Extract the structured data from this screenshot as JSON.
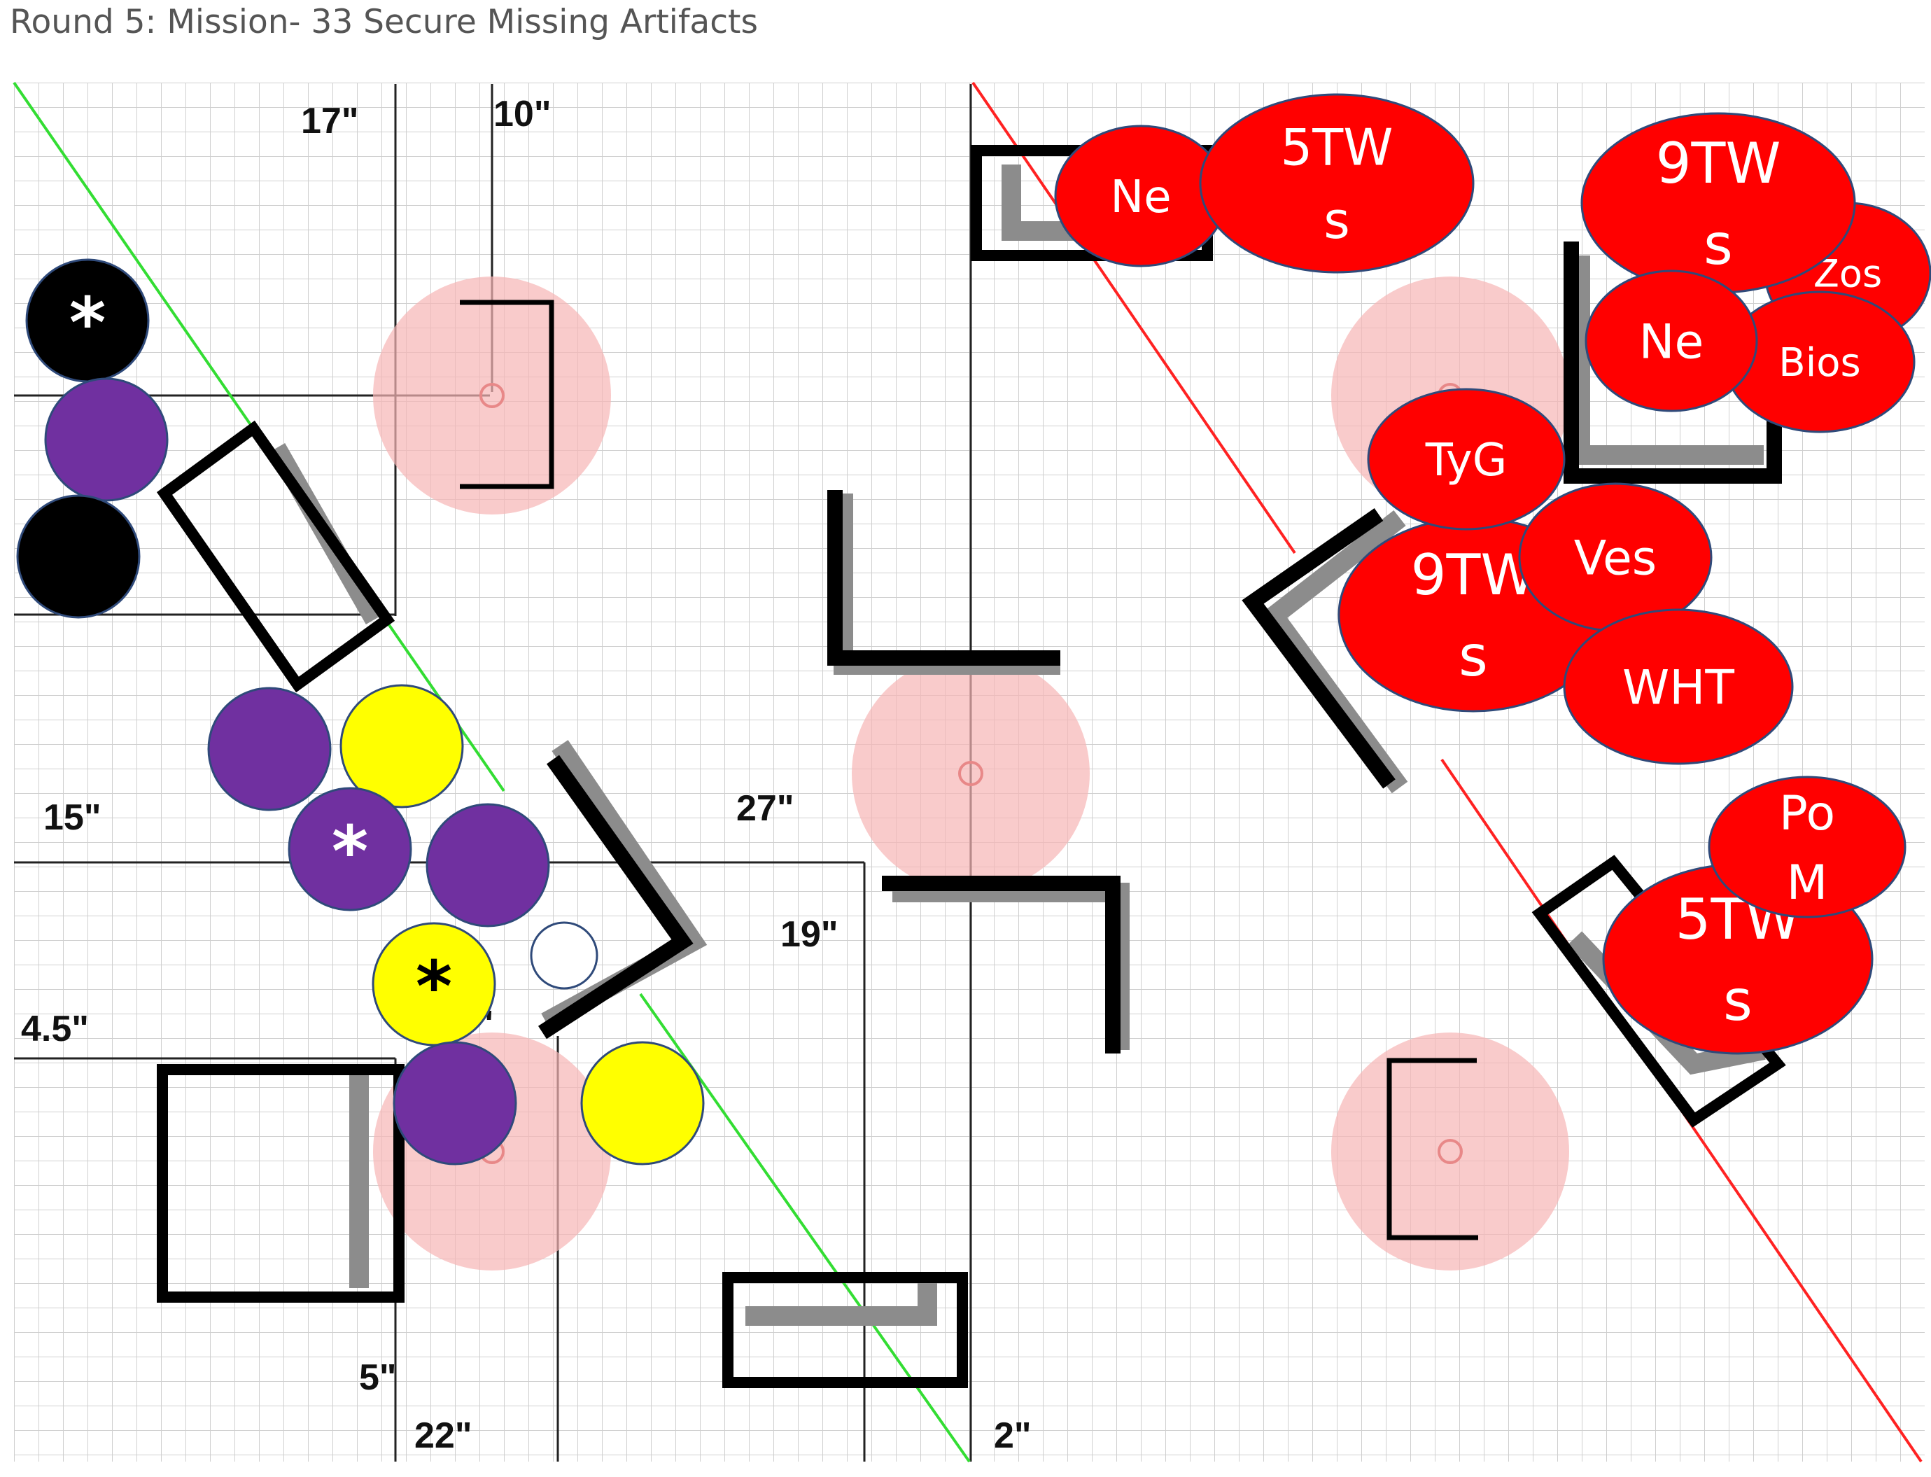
{
  "title": "Round 5: Mission- 33 Secure Missing Artifacts",
  "measurements": [
    "17\"",
    "10\"",
    "15\"",
    "27\"",
    "19\"",
    "4.5\"",
    "7\"",
    "5\"",
    "22\"",
    "2\""
  ],
  "colors": {
    "grid": "#cfcfcf",
    "terrain": "#000000",
    "terrain_shadow": "#8c8c8c",
    "objective_zone": "#f7b5b5",
    "deploy_line_player": "#33dd33",
    "deploy_line_enemy": "#ff2222",
    "enemy_token": "#ff0000",
    "token_border": "#2f4a7a",
    "purple": "#7030a0",
    "yellow": "#ffff00",
    "black": "#000000",
    "white": "#ffffff"
  },
  "player_tokens": [
    {
      "color": "black",
      "marker": "*"
    },
    {
      "color": "purple",
      "marker": ""
    },
    {
      "color": "black",
      "marker": ""
    },
    {
      "color": "purple",
      "marker": ""
    },
    {
      "color": "yellow",
      "marker": ""
    },
    {
      "color": "purple",
      "marker": "*"
    },
    {
      "color": "purple",
      "marker": ""
    },
    {
      "color": "yellow",
      "marker": "*"
    },
    {
      "color": "white",
      "marker": ""
    },
    {
      "color": "purple",
      "marker": ""
    },
    {
      "color": "yellow",
      "marker": ""
    }
  ],
  "enemy_tokens": [
    {
      "lines": [
        "Ne"
      ]
    },
    {
      "lines": [
        "5TW",
        "s"
      ]
    },
    {
      "lines": [
        "Zos"
      ]
    },
    {
      "lines": [
        "Bios"
      ]
    },
    {
      "lines": [
        "9TW",
        "s"
      ]
    },
    {
      "lines": [
        "Ne"
      ]
    },
    {
      "lines": [
        "9TW",
        "s"
      ]
    },
    {
      "lines": [
        "TyG"
      ]
    },
    {
      "lines": [
        "Ves"
      ]
    },
    {
      "lines": [
        "WHT"
      ]
    },
    {
      "lines": [
        "5TW",
        "s"
      ]
    },
    {
      "lines": [
        "Po",
        "M"
      ]
    }
  ]
}
